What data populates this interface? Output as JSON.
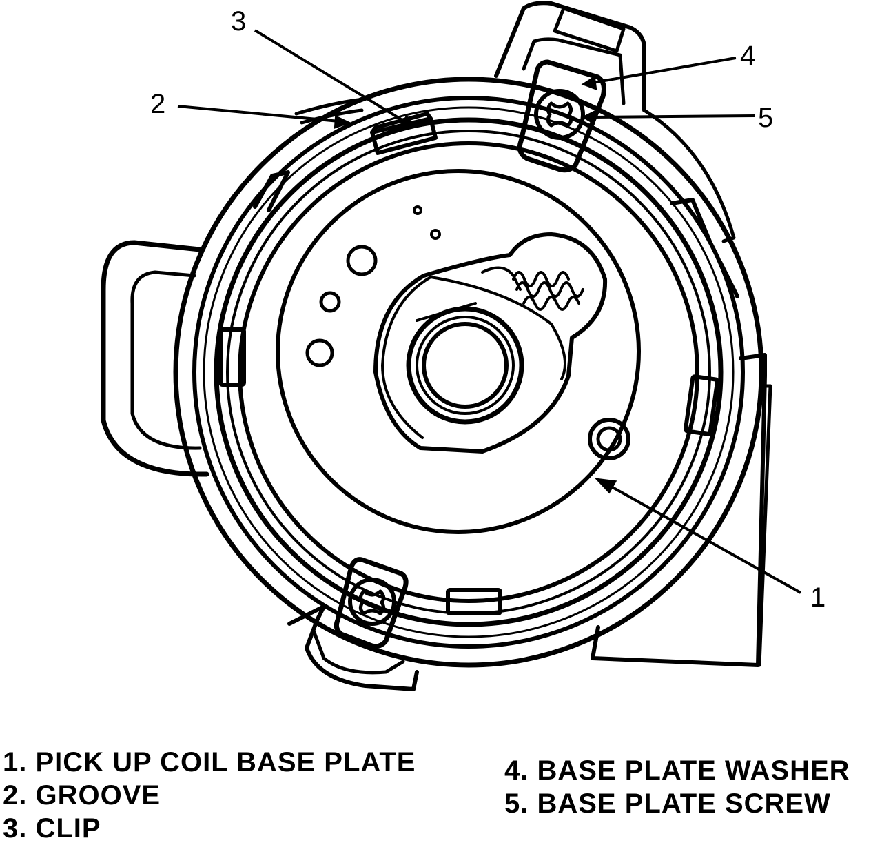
{
  "callouts": [
    "1",
    "2",
    "3",
    "4",
    "5"
  ],
  "legend": {
    "left": [
      "1. PICK UP COIL BASE PLATE",
      "2. GROOVE",
      "3. CLIP"
    ],
    "right": [
      "4. BASE PLATE WASHER",
      "5. BASE PLATE SCREW"
    ]
  },
  "colors": {
    "line": "#000000",
    "background": "#ffffff"
  }
}
